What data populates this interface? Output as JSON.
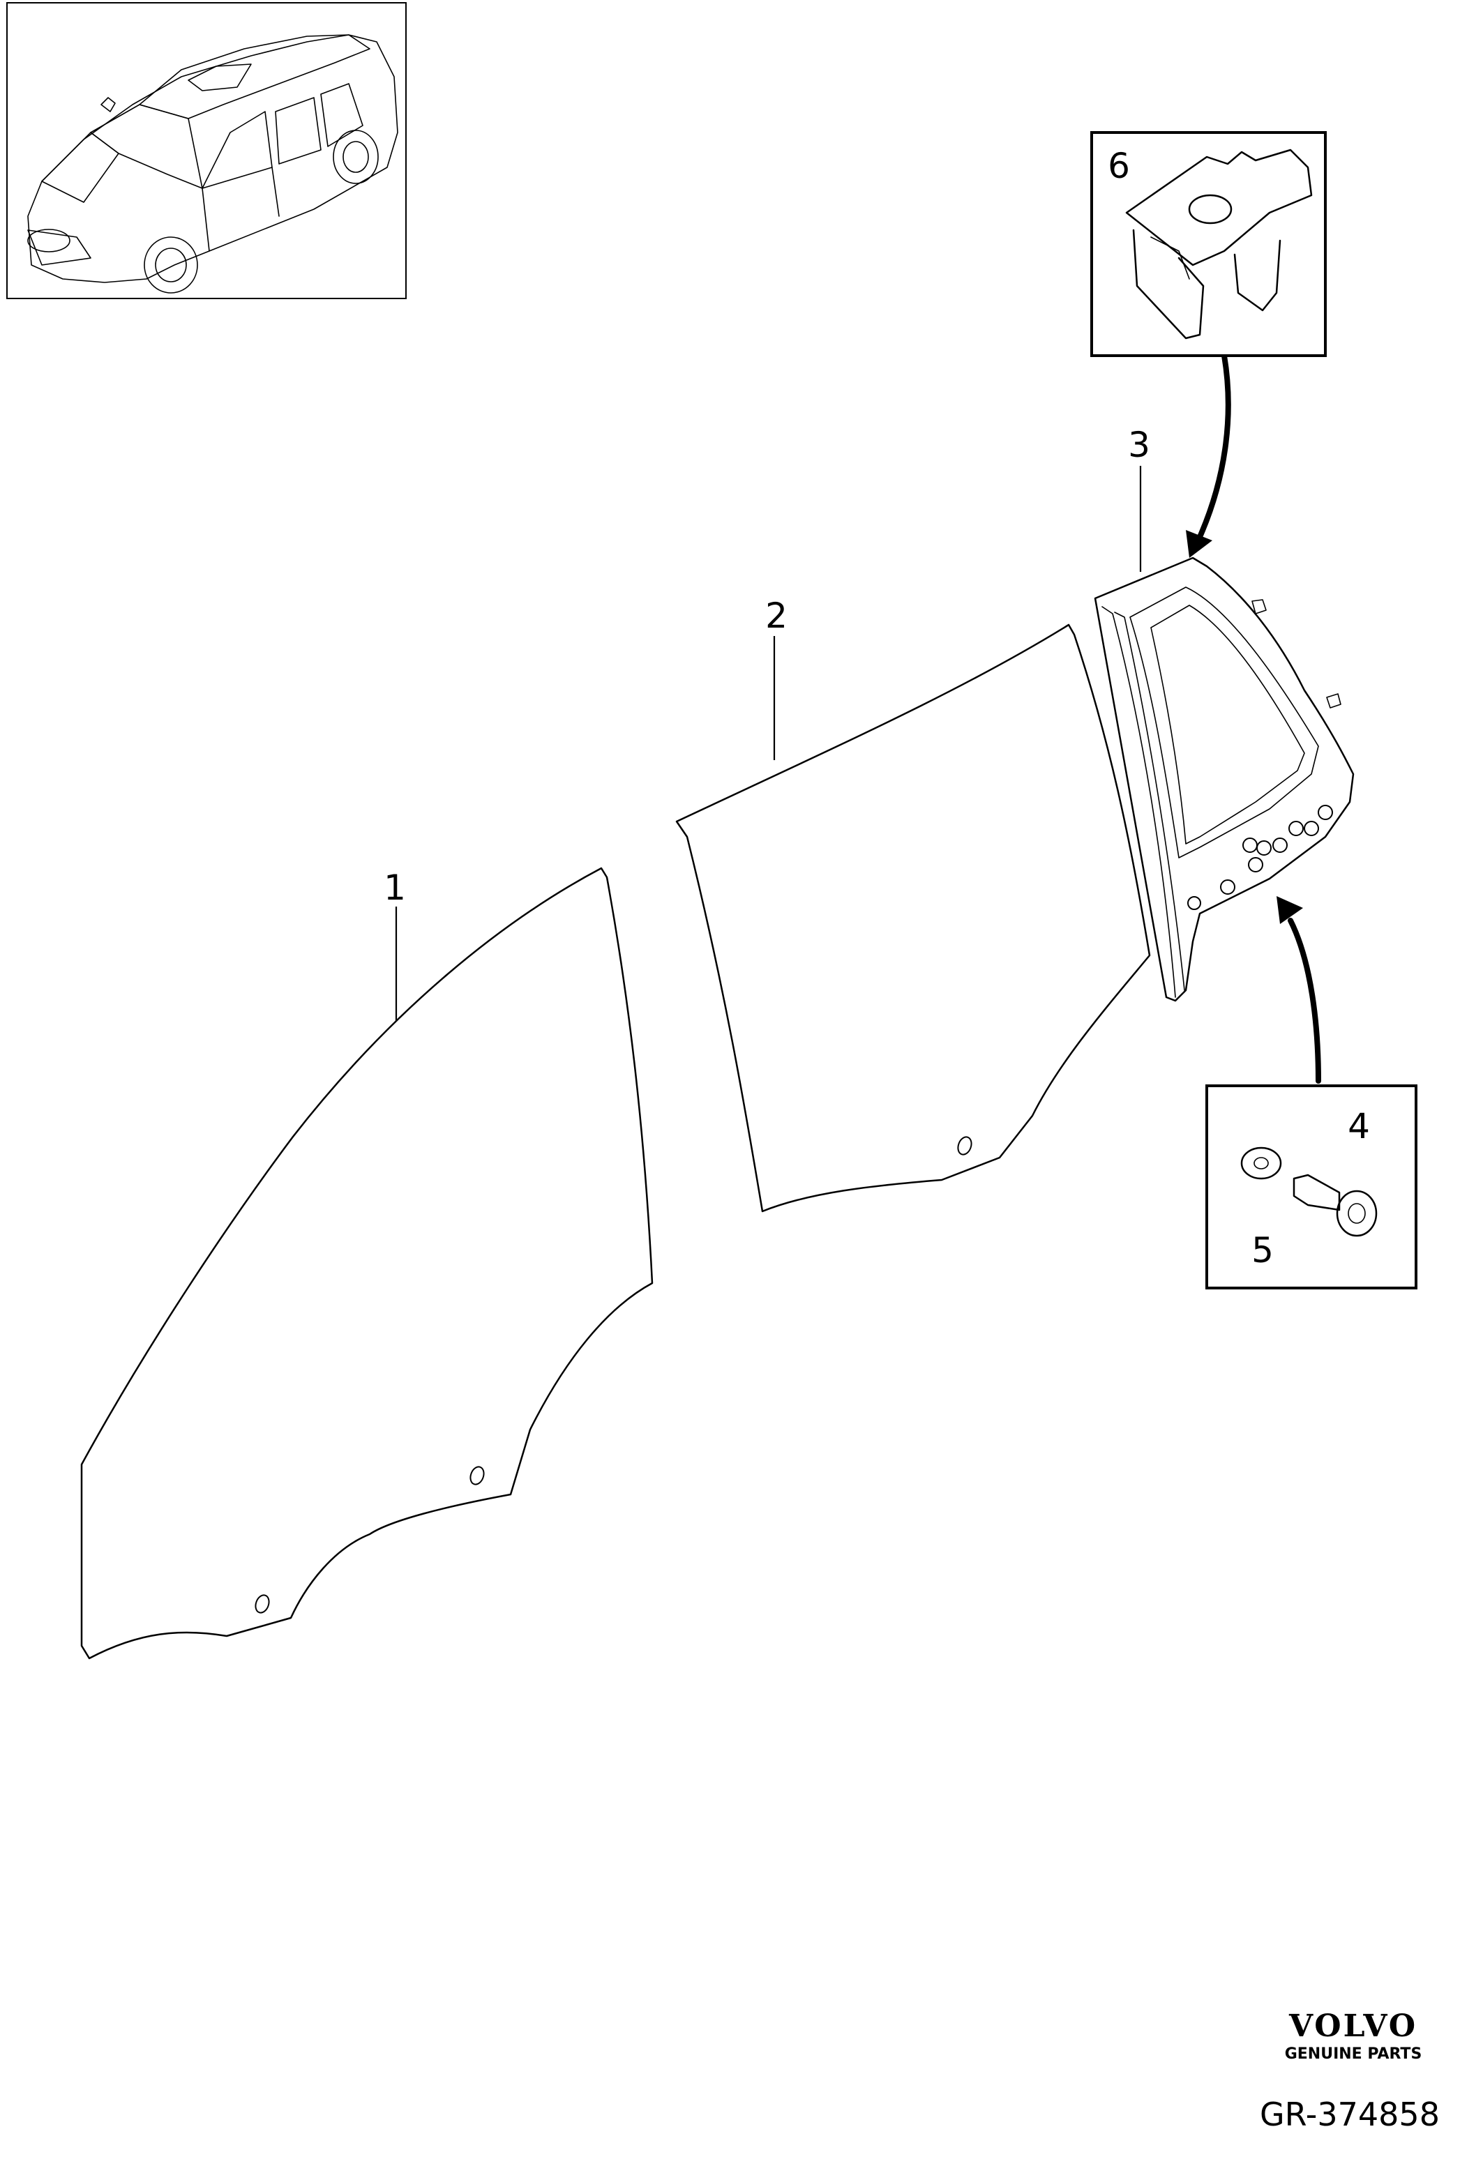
{
  "callouts": {
    "c1": "1",
    "c2": "2",
    "c3": "3",
    "c4": "4",
    "c5": "5",
    "c6": "6"
  },
  "footer": {
    "brand": "VOLVO",
    "tagline": "GENUINE PARTS",
    "reference": "GR-374858"
  },
  "parts": [
    {
      "id": "1",
      "name": "front-door-glass"
    },
    {
      "id": "2",
      "name": "rear-door-glass"
    },
    {
      "id": "3",
      "name": "rear-quarter-glass-frame"
    },
    {
      "id": "4",
      "name": "screw"
    },
    {
      "id": "5",
      "name": "washer"
    },
    {
      "id": "6",
      "name": "clip"
    }
  ]
}
